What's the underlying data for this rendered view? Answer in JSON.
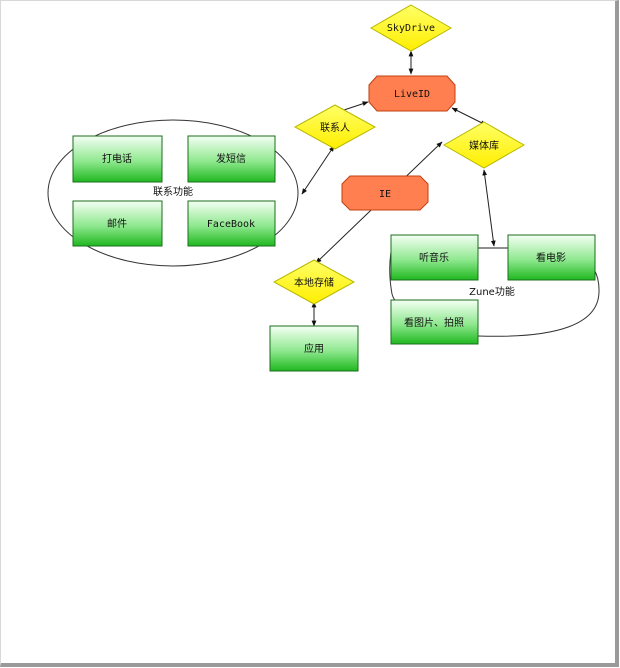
{
  "nodes": {
    "skydrive": "SkyDrive",
    "liveid": "LiveID",
    "contacts": "联系人",
    "media_library": "媒体库",
    "ie": "IE",
    "local_storage": "本地存储",
    "apps": "应用",
    "call": "打电话",
    "sms": "发短信",
    "mail": "邮件",
    "facebook": "FaceBook",
    "music": "听音乐",
    "movies": "看电影",
    "photos": "看图片、拍照"
  },
  "groups": {
    "contact_features": "联系功能",
    "zune_features": "Zune功能"
  },
  "colors": {
    "diamond_fill": "#ffff00",
    "diamond_stroke": "#b8b800",
    "octagon_fill": "#ff7f50",
    "octagon_stroke": "#c04010",
    "box_top": "#f4fff4",
    "box_bottom": "#22c622",
    "box_stroke": "#1c6e1c"
  }
}
